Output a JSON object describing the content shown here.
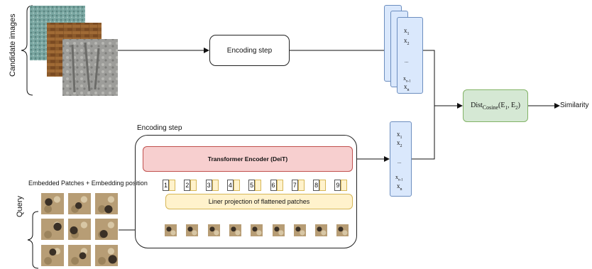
{
  "labels": {
    "candidate_images": "Candidate images",
    "query": "Query",
    "encoding_step_top": "Encoding step",
    "encoding_step_bottom": "Encoding step",
    "transformer": "Transformer Encoder (DeiT)",
    "embedded_patches": "Embedded Patches + Embedding position",
    "liner_projection": "Liner projection of flattened patches",
    "similarity": "Similarity"
  },
  "distance": {
    "name": "Dist",
    "subscript": "Cosine",
    "args_open": "(E",
    "arg1_sub": "1",
    "sep": ", E",
    "arg2_sub": "2",
    "args_close": ")"
  },
  "vector_top": {
    "x1": "x",
    "x1_sub": "1",
    "x2": "x",
    "x2_sub": "2",
    "dots": "...",
    "xn1": "x",
    "xn1_sub": "n-1",
    "xn": "x",
    "xn_sub": "n"
  },
  "vector_bottom": {
    "x1": "x",
    "x1_sub": "1",
    "x2": "x",
    "x2_sub": "2",
    "dots": "...",
    "xn1": "x",
    "xn1_sub": "n-1",
    "xn": "x",
    "xn_sub": "n"
  },
  "patch_numbers": [
    "1",
    "2",
    "3",
    "4",
    "5",
    "6",
    "7",
    "8",
    "9"
  ],
  "colors": {
    "transformer_fill": "#f7cfcf",
    "transformer_stroke": "#c0504d",
    "projection_fill": "#fff2cc",
    "projection_stroke": "#d6b656",
    "vector_fill": "#dae8fc",
    "vector_stroke": "#6c8ebf",
    "similarity_fill": "#d5e8d4",
    "similarity_stroke": "#82b366",
    "stone_patch": "#b79d75"
  }
}
